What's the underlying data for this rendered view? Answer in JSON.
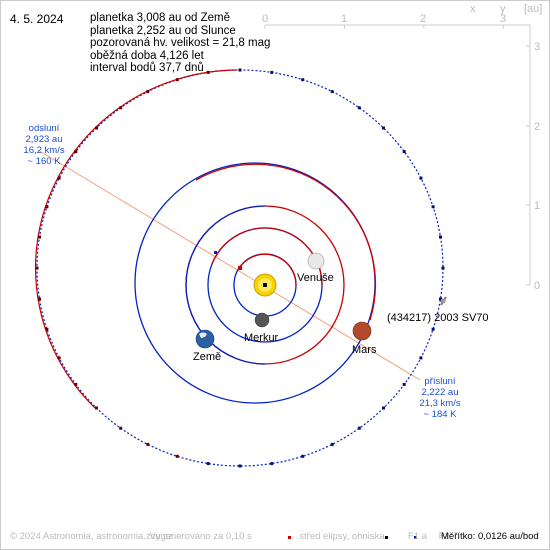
{
  "header": {
    "date": "4. 5. 2024",
    "info_lines": [
      "planetka 3,008 au od Země",
      "planetka 2,252 au od Slunce",
      "pozorovaná hv. velikost = 21,8 mag",
      "oběžná doba 4,126 let",
      "interval bodů 37,7 dnů"
    ]
  },
  "axes": {
    "x_label": "x",
    "y_label": "y",
    "unit_label": "[au]",
    "x_ticks": [
      "0",
      "1",
      "2",
      "3"
    ],
    "y_ticks": [
      "3",
      "2",
      "1",
      "0"
    ]
  },
  "bodies": {
    "sun": "",
    "mercury": "Merkur",
    "venus": "Venuše",
    "earth": "Země",
    "mars": "Mars",
    "asteroid": "(434217) 2003 SV70"
  },
  "aphelion": {
    "title": "odsluní",
    "distance": "2,923 au",
    "speed": "16,2 km/s",
    "temp": "~ 160 K"
  },
  "perihelion": {
    "title": "přísluní",
    "distance": "2,222 au",
    "speed": "21,3 km/s",
    "temp": "~ 184 K"
  },
  "footer": {
    "copyright": "© 2024 Astronomia, astronomia.zcu.cz",
    "generated": "Vygenerováno za 0,10 s",
    "legend_center": "střed elipsy, ohniska",
    "legend_f1": "F1 a",
    "legend_f2": "F2",
    "scale": "Měřítko: 0,0126 au/bod"
  },
  "colors": {
    "above_ecliptic": "#cc0000",
    "below_ecliptic": "#0022cc",
    "apsides_line": "#f2a07a",
    "label_blue": "#1a4fd0",
    "sun": "#f7d400"
  }
}
